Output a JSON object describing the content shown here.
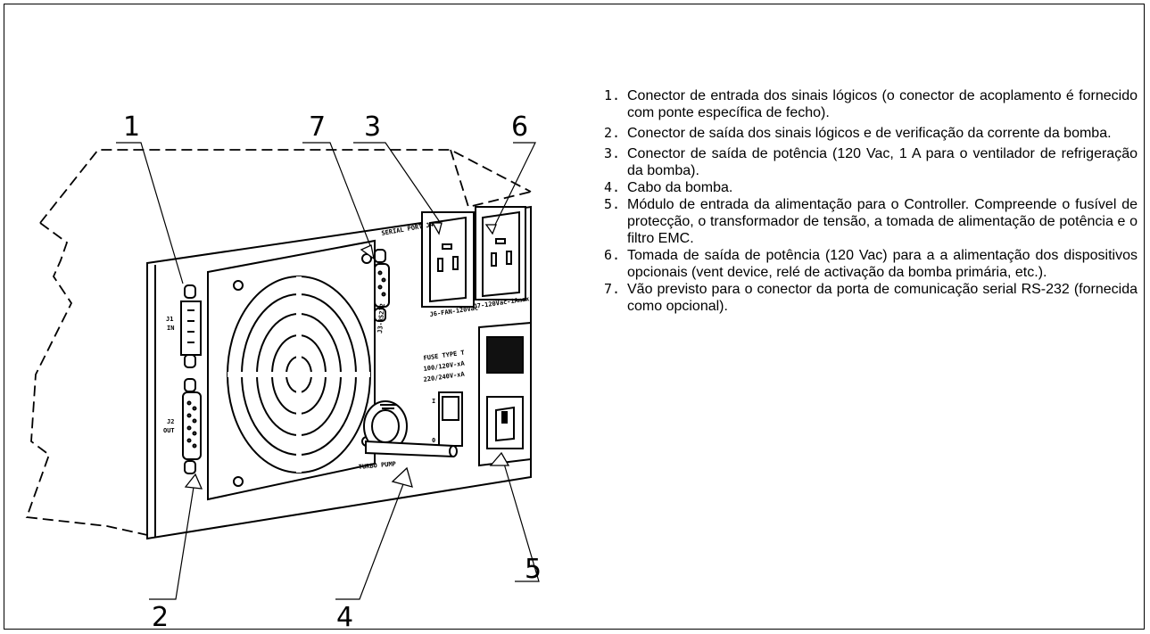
{
  "callouts": {
    "c1": "1",
    "c2": "2",
    "c3": "3",
    "c4": "4",
    "c5": "5",
    "c6": "6",
    "c7": "7"
  },
  "panel_labels": {
    "serial_port": "SERIAL PORT J4",
    "rs232": "J3-RS232",
    "fan_out": "J6-FAN-120Vac",
    "ac_out": "J7-120Vac-1Amax",
    "j1_line1": "J1",
    "j1_line2": "IN",
    "j2_line1": "J2",
    "j2_line2": "OUT",
    "fuse_line1": "FUSE TYPE T",
    "fuse_line2": "100/120V-xA",
    "fuse_line3": "220/240V-xA",
    "switch_on": "I",
    "switch_off": "0",
    "pump_cable": "TURBO PUMP"
  },
  "legend": [
    {
      "num": "1.",
      "text": "Conector de entrada dos sinais lógicos (o conector de acoplamento é fornecido com ponte específica de fecho)."
    },
    {
      "num": "2.",
      "text": "Conector de saída dos sinais lógicos e de verificação da corrente da bomba."
    },
    {
      "num": "3.",
      "text": "Conector de saída de potência (120 Vac, 1 A para o ventilador de refrigeração da bomba)."
    },
    {
      "num": "4.",
      "text": "Cabo da bomba."
    },
    {
      "num": "5.",
      "text": "Módulo de entrada da alimentação para o Controller. Compreende o fusível de protecção, o transformador de tensão, a tomada de alimentação de potência e o filtro EMC."
    },
    {
      "num": "6.",
      "text": "Tomada de saída de potência (120 Vac) para a a alimentação dos dispositivos opcionais (vent device, relé de activação da bomba primária, etc.)."
    },
    {
      "num": "7.",
      "text": "Vão previsto para o conector da porta de comunicação serial RS-232 (fornecida como opcional)."
    }
  ]
}
